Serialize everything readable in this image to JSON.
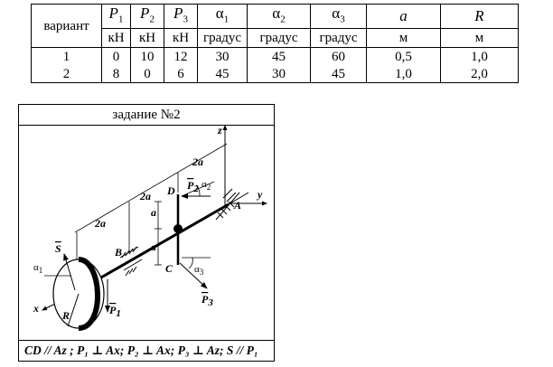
{
  "table": {
    "head_variant": "вариант",
    "columns": [
      {
        "sym": "P",
        "sub": "1",
        "unit": "кН"
      },
      {
        "sym": "P",
        "sub": "2",
        "unit": "кН"
      },
      {
        "sym": "P",
        "sub": "3",
        "unit": "кН"
      },
      {
        "sym": "α",
        "sub": "1",
        "unit": "градус"
      },
      {
        "sym": "α",
        "sub": "2",
        "unit": "градус"
      },
      {
        "sym": "α",
        "sub": "3",
        "unit": "градус"
      },
      {
        "sym": "a",
        "sub": "",
        "unit": "м"
      },
      {
        "sym": "R",
        "sub": "",
        "unit": "м"
      }
    ],
    "rows": [
      [
        "1",
        "0",
        "10",
        "12",
        "30",
        "45",
        "60",
        "0,5",
        "1,0"
      ],
      [
        "2",
        "8",
        "0",
        "6",
        "45",
        "30",
        "45",
        "1,0",
        "2,0"
      ]
    ]
  },
  "task": {
    "title": "задание №2",
    "footer": "CD // Az ; P₁ ⊥ Ax; P₂ ⊥ Ax; P₃ ⊥ Az; S // P₁",
    "labels": {
      "z": "z",
      "y": "y",
      "x": "x",
      "A": "A",
      "B": "B",
      "C": "C",
      "D": "D",
      "R": "R",
      "dim_2a_1": "2a",
      "dim_2a_2": "2a",
      "dim_2a_3": "2a",
      "dim_a_1": "a",
      "dim_a_2": "a",
      "P1": "P",
      "P1_sub": "1",
      "P2": "P",
      "P2_sub": "2",
      "P3": "P",
      "P3_sub": "3",
      "S": "S",
      "alpha1": "α",
      "alpha1_sub": "1",
      "alpha2": "α",
      "alpha2_sub": "2",
      "alpha3": "α",
      "alpha3_sub": "3"
    }
  }
}
